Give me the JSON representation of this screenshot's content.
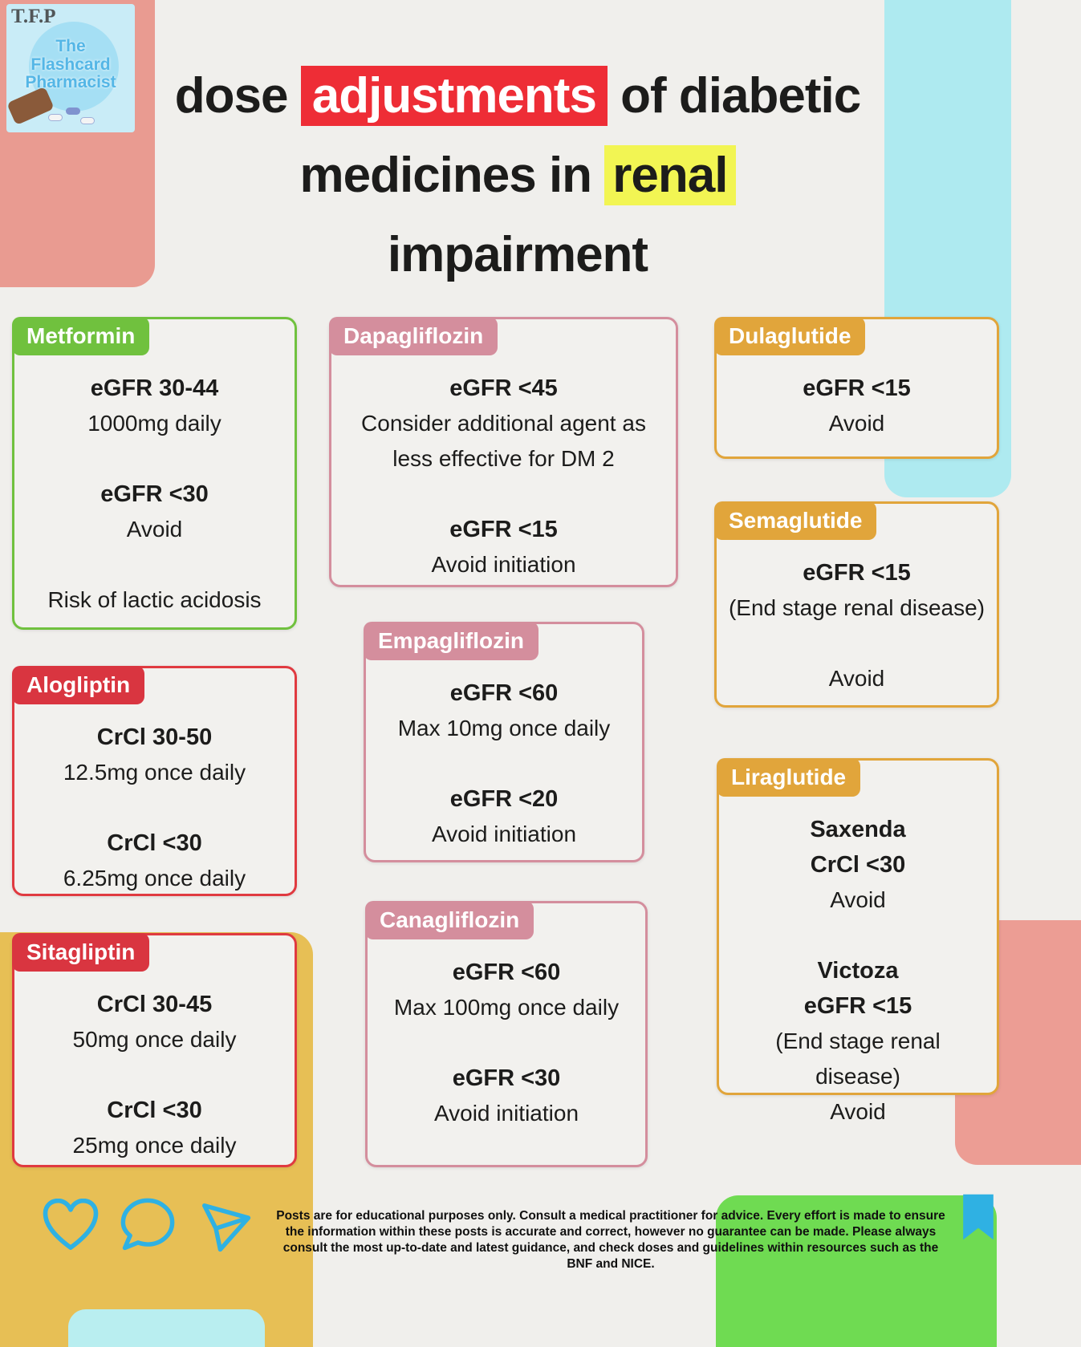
{
  "logo": {
    "acronym": "T.F.P",
    "name_lines": [
      "The",
      "Flashcard",
      "Pharmacist"
    ],
    "icons": [
      "pill-bottle-icon",
      "pill-icon"
    ]
  },
  "title": {
    "line1_pre": "dose",
    "line1_highlight": "adjustments",
    "line1_post": "of diabetic",
    "line2_pre": "medicines in",
    "line2_highlight": "renal",
    "line3": "impairment"
  },
  "colors": {
    "metformin_green": "#70c13e",
    "gliptin_red": "#d93540",
    "flozin_pink": "#d48e9d",
    "glutide_mustard": "#e1a53b",
    "highlight_red": "#ee2d36",
    "highlight_yellow": "#f2f553",
    "action_icon_blue": "#2fb1e3"
  },
  "cards": [
    {
      "name": "Metformin",
      "lines": [
        "eGFR 30-44",
        "1000mg daily",
        "eGFR <30",
        "Avoid",
        "Risk of lactic acidosis"
      ]
    },
    {
      "name": "Alogliptin",
      "lines": [
        "CrCl 30-50",
        "12.5mg once daily",
        "CrCl <30",
        "6.25mg once daily"
      ]
    },
    {
      "name": "Sitagliptin",
      "lines": [
        "CrCl 30-45",
        "50mg once daily",
        "CrCl <30",
        "25mg once daily"
      ]
    },
    {
      "name": "Dapagliflozin",
      "lines": [
        "eGFR <45",
        "Consider additional agent as less effective for DM 2",
        "eGFR <15",
        "Avoid initiation"
      ]
    },
    {
      "name": "Empagliflozin",
      "lines": [
        "eGFR <60",
        "Max 10mg once daily",
        "eGFR <20",
        "Avoid initiation"
      ]
    },
    {
      "name": "Canagliflozin",
      "lines": [
        "eGFR <60",
        "Max 100mg once daily",
        "eGFR <30",
        "Avoid initiation"
      ]
    },
    {
      "name": "Dulaglutide",
      "lines": [
        "eGFR <15",
        "Avoid"
      ]
    },
    {
      "name": "Semaglutide",
      "lines": [
        "eGFR <15",
        "(End stage renal disease)",
        "Avoid"
      ]
    },
    {
      "name": "Liraglutide",
      "lines": [
        "Saxenda",
        "CrCl <30",
        "Avoid",
        "Victoza",
        "eGFR <15",
        "(End stage renal disease)",
        "Avoid"
      ]
    }
  ],
  "footer": {
    "icons": [
      "heart-icon",
      "comment-icon",
      "share-icon",
      "bookmark-icon"
    ],
    "disclaimer": "Posts are for educational purposes only.  Consult a medical practitioner for advice. Every effort is made to ensure the information within these posts is accurate and correct, however no guarantee can be made. Please always consult the most up-to-date and latest guidance, and check doses and guidelines within resources such as the BNF and NICE."
  }
}
